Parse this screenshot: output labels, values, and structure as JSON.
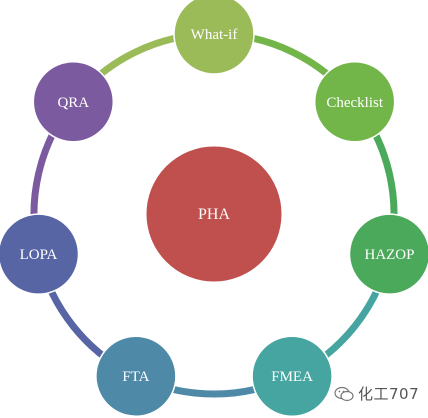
{
  "diagram": {
    "center": {
      "label": "PHA",
      "color": "#c0504d"
    },
    "nodes": [
      {
        "label": "What-if",
        "color": "#9bbb59"
      },
      {
        "label": "Checklist",
        "color": "#72b649"
      },
      {
        "label": "HAZOP",
        "color": "#4aa95a"
      },
      {
        "label": "FMEA",
        "color": "#46a5a0"
      },
      {
        "label": "FTA",
        "color": "#4e8aa8"
      },
      {
        "label": "LOPA",
        "color": "#5765a4"
      },
      {
        "label": "QRA",
        "color": "#7b5a9f"
      }
    ]
  },
  "watermark": {
    "text": "化工707",
    "icon": "wechat-icon"
  }
}
